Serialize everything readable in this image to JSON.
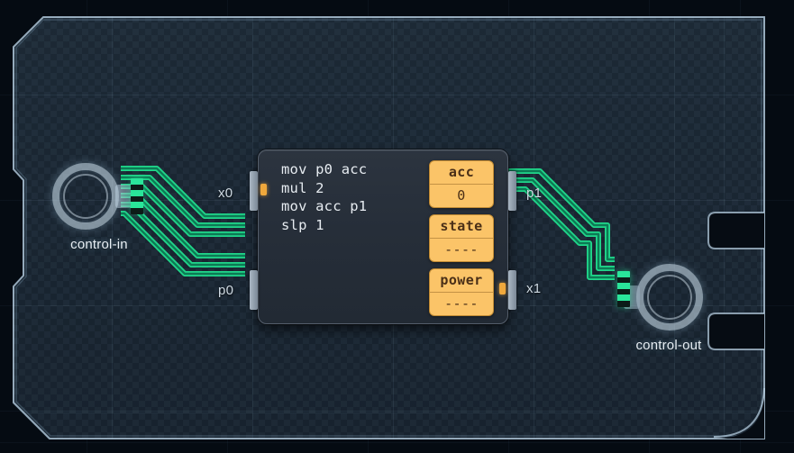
{
  "board": {
    "name": "circuit-board"
  },
  "connectors": [
    {
      "id": "control-in",
      "label": "control-in",
      "icon": "ring-connector-icon"
    },
    {
      "id": "control-out",
      "label": "control-out",
      "icon": "ring-connector-icon"
    }
  ],
  "node": {
    "type": "mc-controller",
    "code_lines": [
      "mov p0 acc",
      "mul 2",
      "mov acc p1",
      "slp 1"
    ],
    "code_text": "mov p0 acc\nmul 2\nmov acc p1\nslp 1",
    "registers": [
      {
        "name": "acc",
        "value": "0"
      },
      {
        "name": "state",
        "value": "----"
      },
      {
        "name": "power",
        "value": "----"
      }
    ],
    "ports": [
      {
        "id": "x0",
        "label": "x0",
        "side": "left",
        "row": "top",
        "kind": "xbus"
      },
      {
        "id": "p0",
        "label": "p0",
        "side": "left",
        "row": "bottom",
        "kind": "simple"
      },
      {
        "id": "p1",
        "label": "p1",
        "side": "right",
        "row": "top",
        "kind": "simple"
      },
      {
        "id": "x1",
        "label": "x1",
        "side": "right",
        "row": "bottom",
        "kind": "xbus"
      }
    ]
  },
  "colors": {
    "trace": "#21e08f",
    "trace_core": "#0e7d58",
    "register_fill": "#fbc468",
    "register_text": "#4a2f17",
    "board_fill": "#1b2834",
    "board_edge": "#b9cddc",
    "port_dot": "#f0a83c",
    "background": "#050b12"
  }
}
